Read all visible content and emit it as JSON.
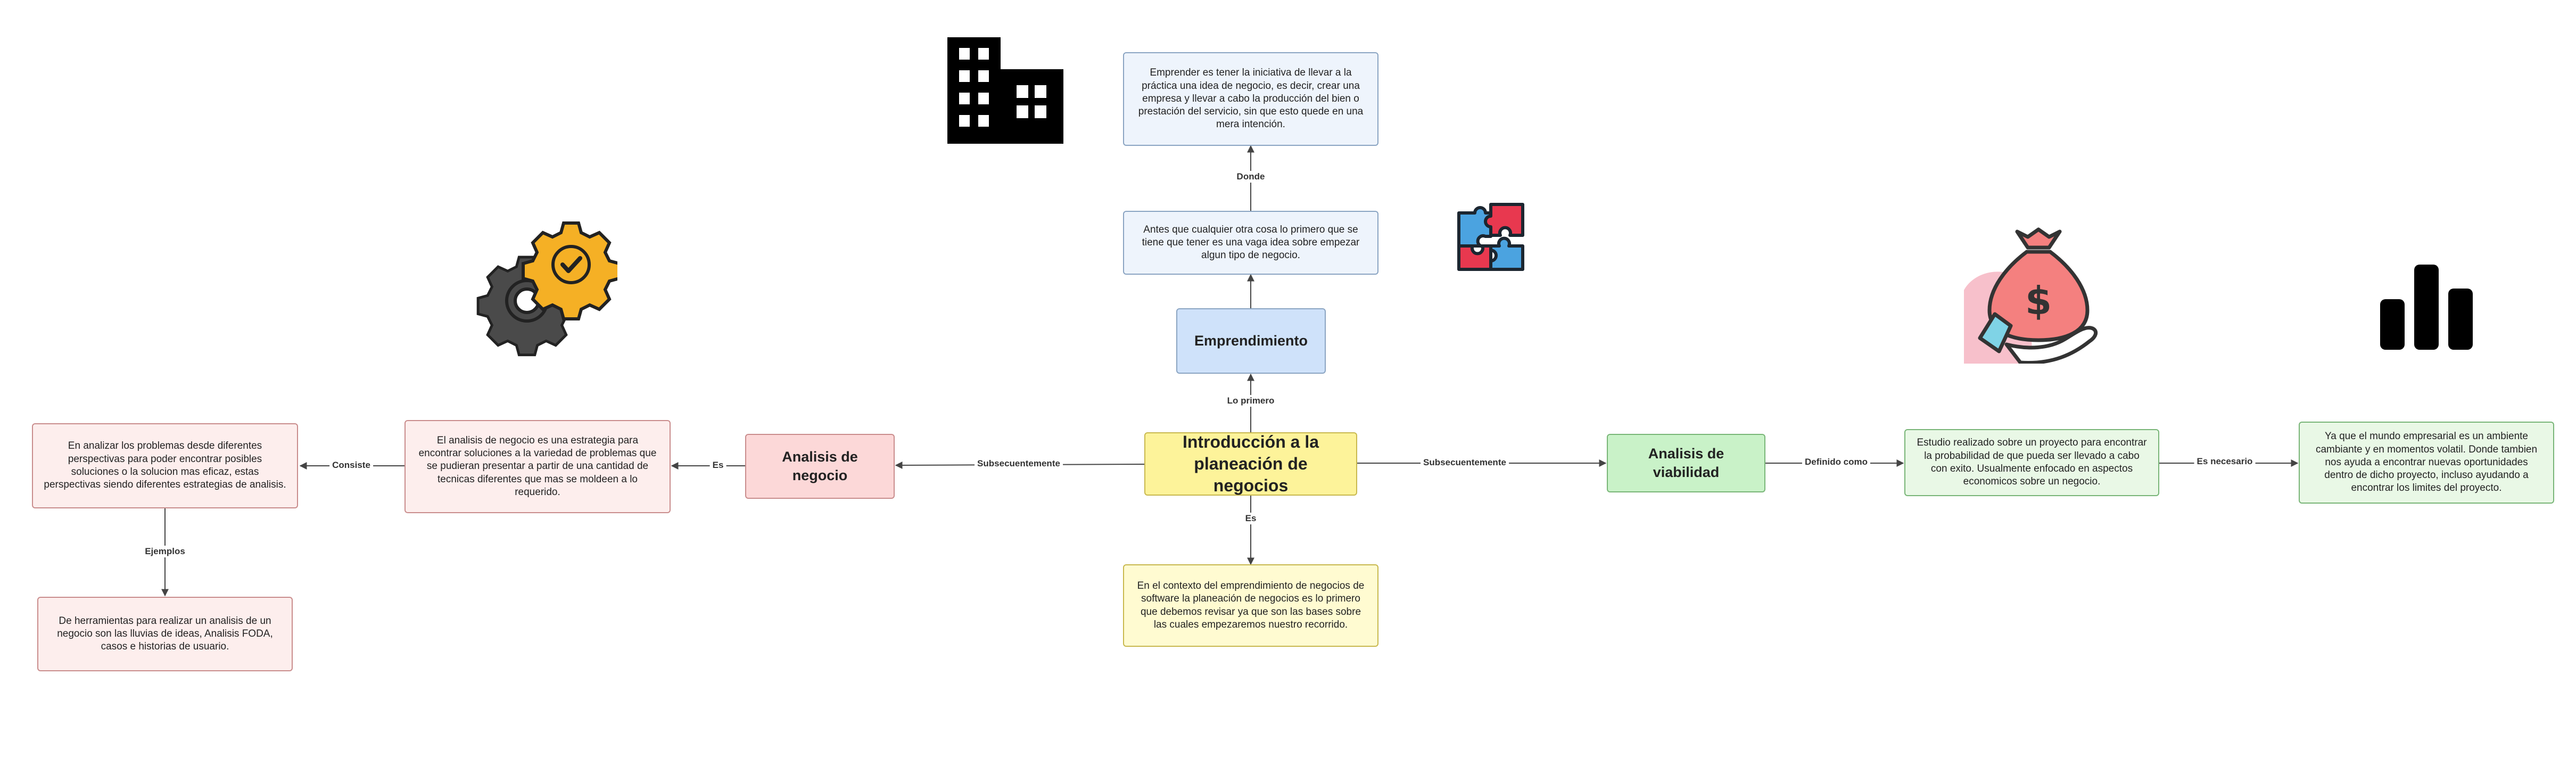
{
  "nodes": {
    "intro": "Introducción a la planeación de negocios",
    "emprendimiento": "Emprendimiento",
    "antes": "Antes que cualquier otra cosa lo primero que se tiene que tener es una vaga idea sobre empezar algun tipo de negocio.",
    "emprender": "Emprender es tener la iniciativa de llevar a la práctica una idea de negocio, es decir, crear una empresa y llevar a cabo la producción del bien o prestación del servicio, sin que esto quede en una mera intención.",
    "contexto": "En el contexto del emprendimiento de negocios de software la planeación de negocios es lo primero que debemos revisar ya que son las bases sobre las cuales empezaremos nuestro recorrido.",
    "analisis_negocio": "Analisis de negocio",
    "estrategia": "El analisis de negocio es una estrategia para encontrar soluciones a la variedad de problemas que se pudieran presentar a partir de una cantidad de tecnicas diferentes que mas se moldeen a lo requerido.",
    "perspectivas": "En analizar los problemas desde diferentes perspectivas para poder encontrar posibles soluciones o la solucion mas eficaz, estas perspectivas siendo diferentes estrategias de analisis.",
    "herramientas": "De herramientas para realizar un analisis de un negocio son las lluvias de ideas, Analisis FODA, casos e historias de usuario.",
    "viabilidad": "Analisis de viabilidad",
    "estudio": "Estudio realizado sobre un proyecto para encontrar la probabilidad de que pueda ser llevado a cabo con exito. Usualmente enfocado en aspectos economicos sobre un negocio.",
    "mundo": "Ya que el mundo empresarial es un ambiente cambiante y en momentos volatil. Donde tambien nos ayuda a encontrar nuevas oportunidades dentro de dicho proyecto, incluso ayudando a encontrar los limites del proyecto."
  },
  "edges": {
    "lo_primero": "Lo primero",
    "donde": "Donde",
    "es_down": "Es",
    "subsecuentemente_left": "Subsecuentemente",
    "es_left": "Es",
    "consiste": "Consiste",
    "ejemplos": "Ejemplos",
    "subsecuentemente_right": "Subsecuentemente",
    "definido_como": "Definido como",
    "es_necesario": "Es necesario"
  },
  "icons": {
    "building": "building-icon",
    "puzzle": "puzzle-icon",
    "gears": "gears-check-icon",
    "money": "money-bag-hand-icon",
    "bars": "bar-chart-icon"
  },
  "colors": {
    "blue": "#cfe2fa",
    "yellow": "#fdf39a",
    "red": "#fcd8d8",
    "green": "#c9f2c8",
    "connector": "#444444"
  }
}
